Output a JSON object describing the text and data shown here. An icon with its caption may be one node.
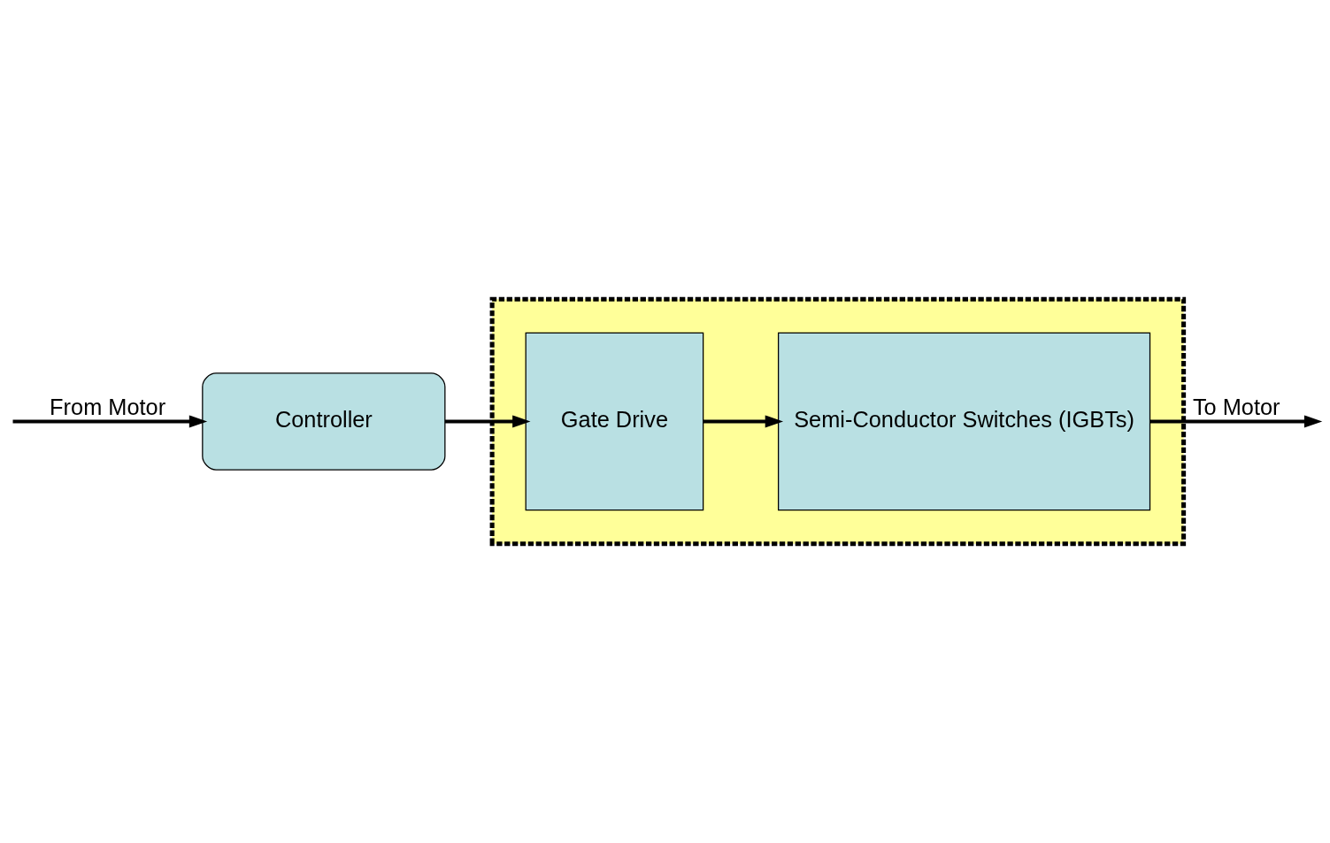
{
  "diagram": {
    "nodes": [
      {
        "text": [],
        "shape": "box"
      },
      {
        "text": [
          "Gate Drive"
        ],
        "in": 0
      },
      {
        "text": [
          "Semi-Conductor Switches (IGBTs)"
        ],
        "in": 0
      },
      {
        "text": [
          "Controller"
        ]
      }
    ],
    "edges": [
      {
        "from": 1,
        "to": 2,
        "arrow": "to"
      },
      {
        "from": 2,
        "to": null,
        "arrow": "to",
        "label": "To Motor"
      },
      {
        "from": null,
        "to": 3,
        "arrow": "to",
        "label": "From Motor"
      },
      {
        "from": 3,
        "to": 1,
        "arrow": "to"
      }
    ]
  }
}
